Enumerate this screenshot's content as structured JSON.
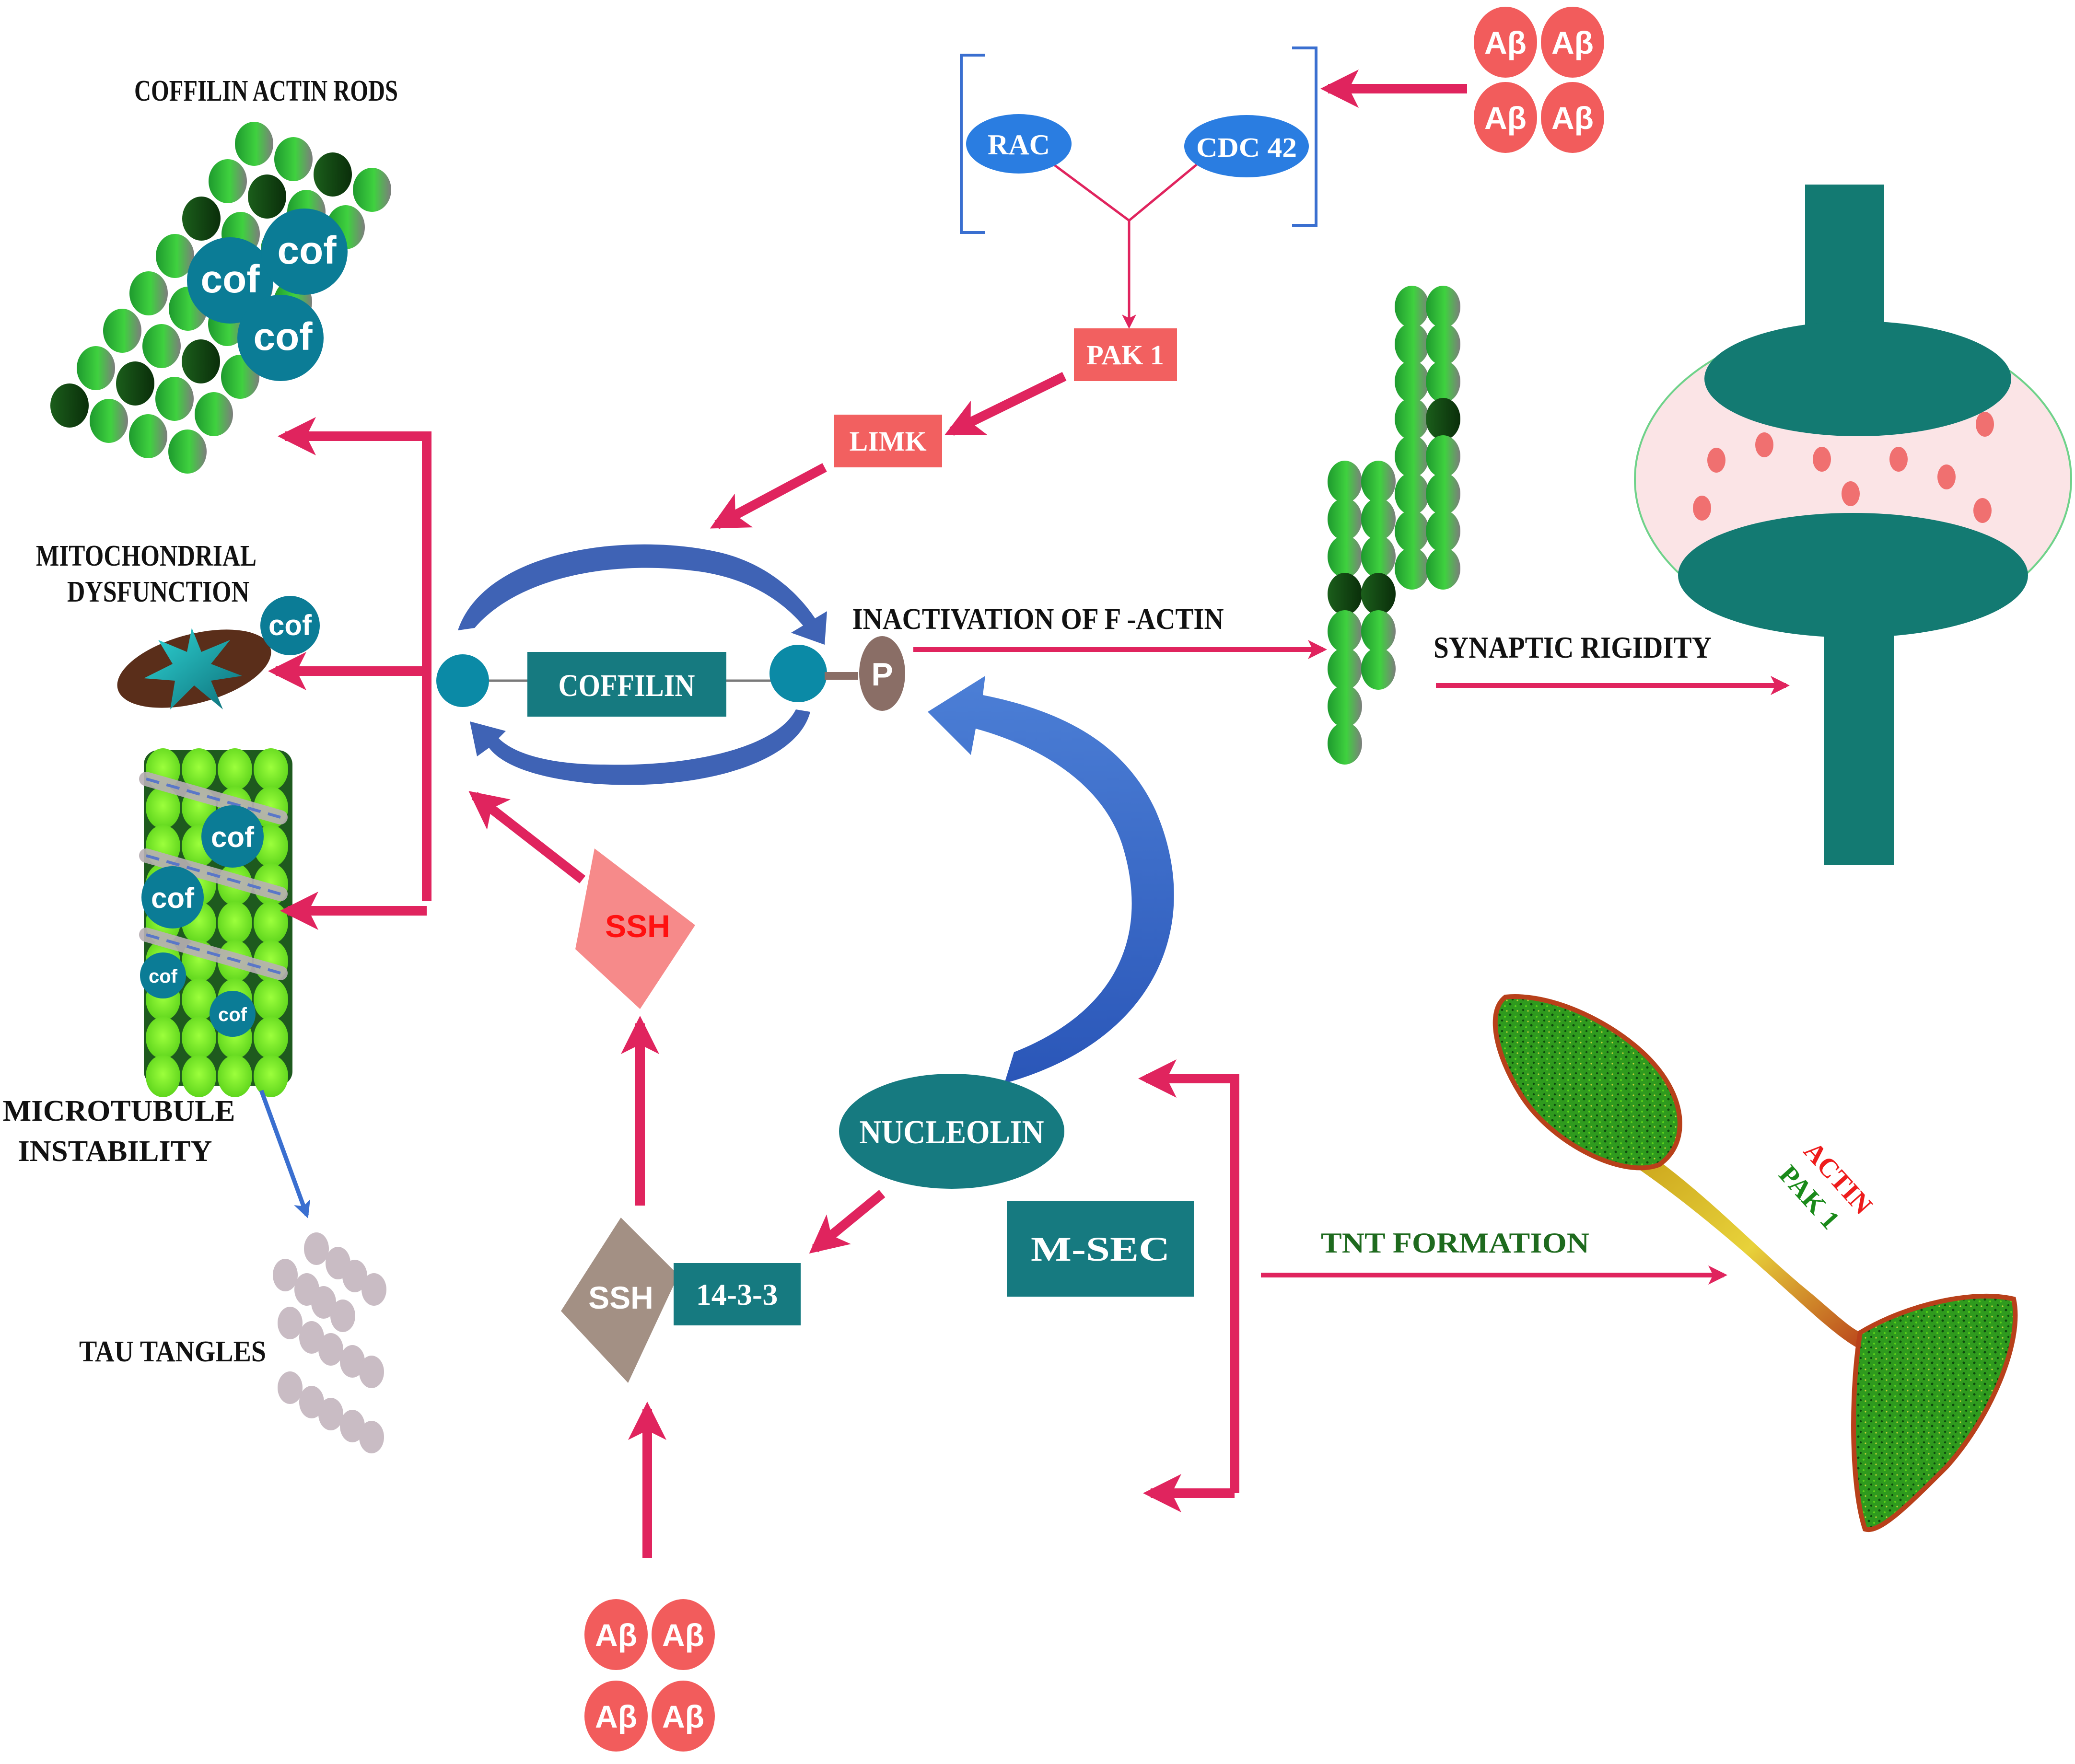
{
  "labels": {
    "coffilin_actin_rods": "COFFILIN ACTIN RODS",
    "mito_line1": "MITOCHONDRIAL",
    "mito_line2": "DYSFUNCTION",
    "micro_line1": "MICROTUBULE",
    "micro_line2": "INSTABILITY",
    "tau_tangles": "TAU TANGLES",
    "inactivation": "INACTIVATION OF   F -ACTIN",
    "synaptic_rigidity": "SYNAPTIC RIGIDITY",
    "tnt_formation": "TNT FORMATION",
    "actin": "ACTIN",
    "pak1_green": "PAK 1"
  },
  "nodes": {
    "rac": "RAC",
    "cdc42": "CDC 42",
    "pak1": "PAK 1",
    "limk": "LIMK",
    "coffilin": "COFFILIN",
    "p": "P",
    "ssh_top": "SSH",
    "ssh_bottom": "SSH",
    "protein_1433": "14-3-3",
    "nucleolin": "NUCLEOLIN",
    "msec": "M-SEC",
    "abeta": "Aβ",
    "cof": "cof"
  },
  "colors": {
    "arrow_pink": "#e0245e",
    "teal": "#167a80",
    "cof_blue": "#0b7c96",
    "rac_blue": "#2a7de1",
    "abeta_red": "#f25c5c",
    "pak_box": "#f26060",
    "blue_arrow": "#3060b8",
    "brown_p": "#8a6e66",
    "green": "#33cc33",
    "synapse_pink": "#fbe4e6"
  }
}
